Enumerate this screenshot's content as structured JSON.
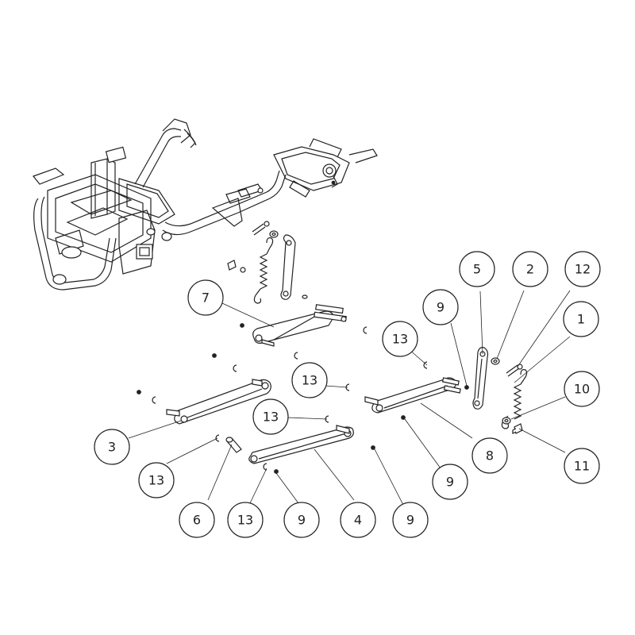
{
  "colors": {
    "line": "#222222",
    "background": "#ffffff"
  },
  "callouts": [
    {
      "id": "c7a",
      "label": "7"
    },
    {
      "id": "c13a",
      "label": "13"
    },
    {
      "id": "c9a",
      "label": "9"
    },
    {
      "id": "c5",
      "label": "5"
    },
    {
      "id": "c2",
      "label": "2"
    },
    {
      "id": "c12",
      "label": "12"
    },
    {
      "id": "c1",
      "label": "1"
    },
    {
      "id": "c13b",
      "label": "13"
    },
    {
      "id": "c10",
      "label": "10"
    },
    {
      "id": "c13c",
      "label": "13"
    },
    {
      "id": "c3",
      "label": "3"
    },
    {
      "id": "c8",
      "label": "8"
    },
    {
      "id": "c11",
      "label": "11"
    },
    {
      "id": "c13d",
      "label": "13"
    },
    {
      "id": "c9b",
      "label": "9"
    },
    {
      "id": "c6",
      "label": "6"
    },
    {
      "id": "c13e",
      "label": "13"
    },
    {
      "id": "c9c",
      "label": "9"
    },
    {
      "id": "c4",
      "label": "4"
    },
    {
      "id": "c9d",
      "label": "9"
    }
  ]
}
